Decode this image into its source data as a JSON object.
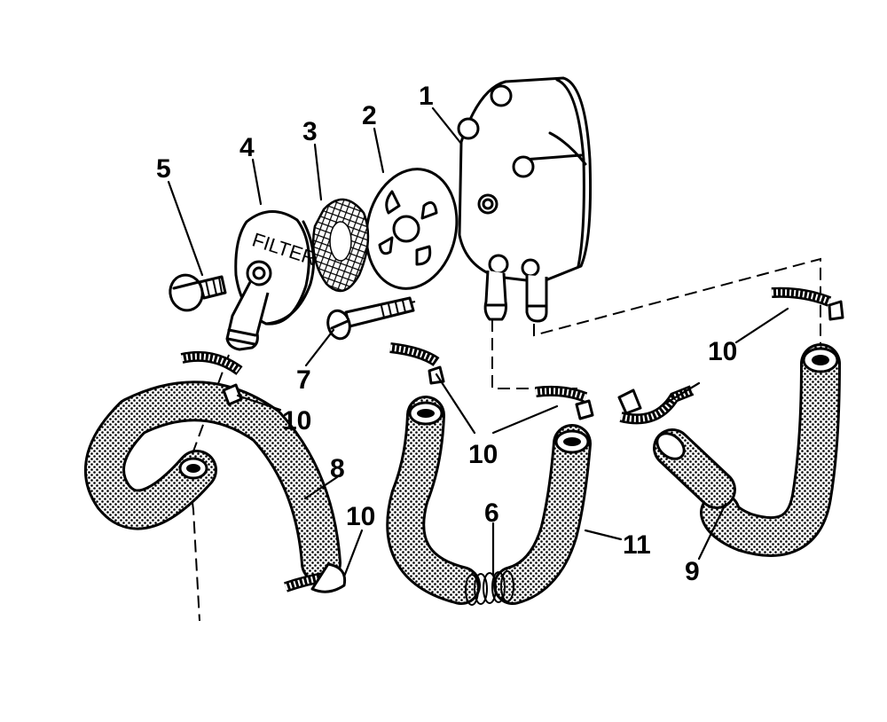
{
  "parts": [
    {
      "id": "fuel-pump",
      "number": "1"
    },
    {
      "id": "gasket",
      "number": "2"
    },
    {
      "id": "screen",
      "number": "3"
    },
    {
      "id": "filter-cover",
      "number": "4",
      "stamp": "FILTER"
    },
    {
      "id": "screw",
      "number": "5"
    },
    {
      "id": "spring",
      "number": "6"
    },
    {
      "id": "bolt",
      "number": "7"
    },
    {
      "id": "hose-left",
      "number": "8"
    },
    {
      "id": "hose-right",
      "number": "9"
    },
    {
      "id": "clamp-a",
      "number": "10"
    },
    {
      "id": "clamp-b",
      "number": "10"
    },
    {
      "id": "clamp-c",
      "number": "10"
    },
    {
      "id": "clamp-d",
      "number": "10"
    },
    {
      "id": "hose-center",
      "number": "11"
    }
  ]
}
